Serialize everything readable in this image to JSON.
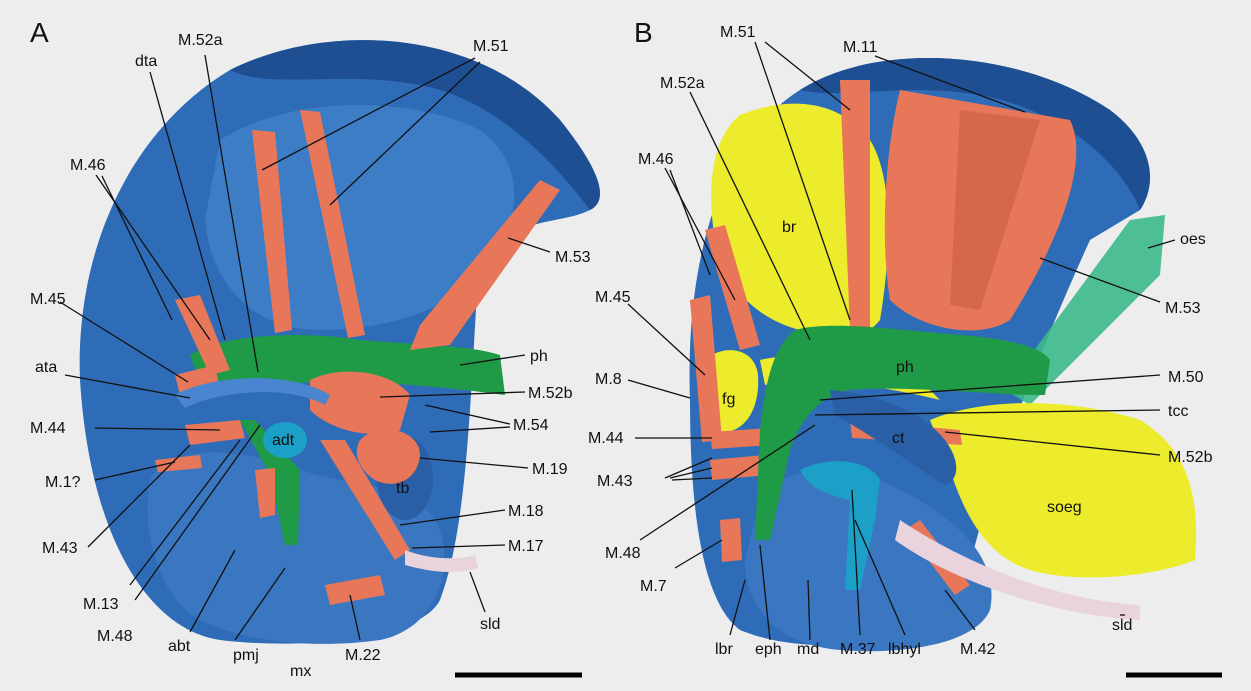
{
  "panels": {
    "a": {
      "letter": "A"
    },
    "b": {
      "letter": "B"
    }
  },
  "labels_a": {
    "m52a": "M.52a",
    "dta": "dta",
    "m51": "M.51",
    "m46": "M.46",
    "m53": "M.53",
    "m45": "M.45",
    "ph": "ph",
    "ata": "ata",
    "m52b": "M.52b",
    "m44": "M.44",
    "adt": "adt",
    "m54": "M.54",
    "m19": "M.19",
    "m1q": "M.1?",
    "tb": "tb",
    "m18": "M.18",
    "m17": "M.17",
    "m43": "M.43",
    "m13": "M.13",
    "m48": "M.48",
    "sld": "sld",
    "abt": "abt",
    "pmj": "pmj",
    "mx": "mx",
    "m22": "M.22"
  },
  "labels_b": {
    "m51": "M.51",
    "m11": "M.11",
    "m52a": "M.52a",
    "m46": "M.46",
    "br": "br",
    "oes": "oes",
    "m53": "M.53",
    "m45": "M.45",
    "ph": "ph",
    "m8": "M.8",
    "fg": "fg",
    "m50": "M.50",
    "tcc": "tcc",
    "m44": "M.44",
    "ct": "ct",
    "m52b": "M.52b",
    "m43": "M.43",
    "soeg": "soeg",
    "m48": "M.48",
    "m7": "M.7",
    "lbr": "lbr",
    "eph": "eph",
    "md": "md",
    "m37": "M.37",
    "lbhyl": "lbhyl",
    "m42": "M.42",
    "sld": "sld"
  },
  "colors": {
    "background": "#ededed",
    "cuticle": "#2f6cb8",
    "cuticle_dark": "#1e4f92",
    "cuticle_light": "#4a86cf",
    "muscle": "#e8775a",
    "muscle_dark": "#c85d42",
    "pharynx": "#1f9a46",
    "nerve": "#ecec2c",
    "tendon": "#1da0c8",
    "oesophagus": "#3cb88a",
    "salivary_duct": "#e9d3dc"
  }
}
